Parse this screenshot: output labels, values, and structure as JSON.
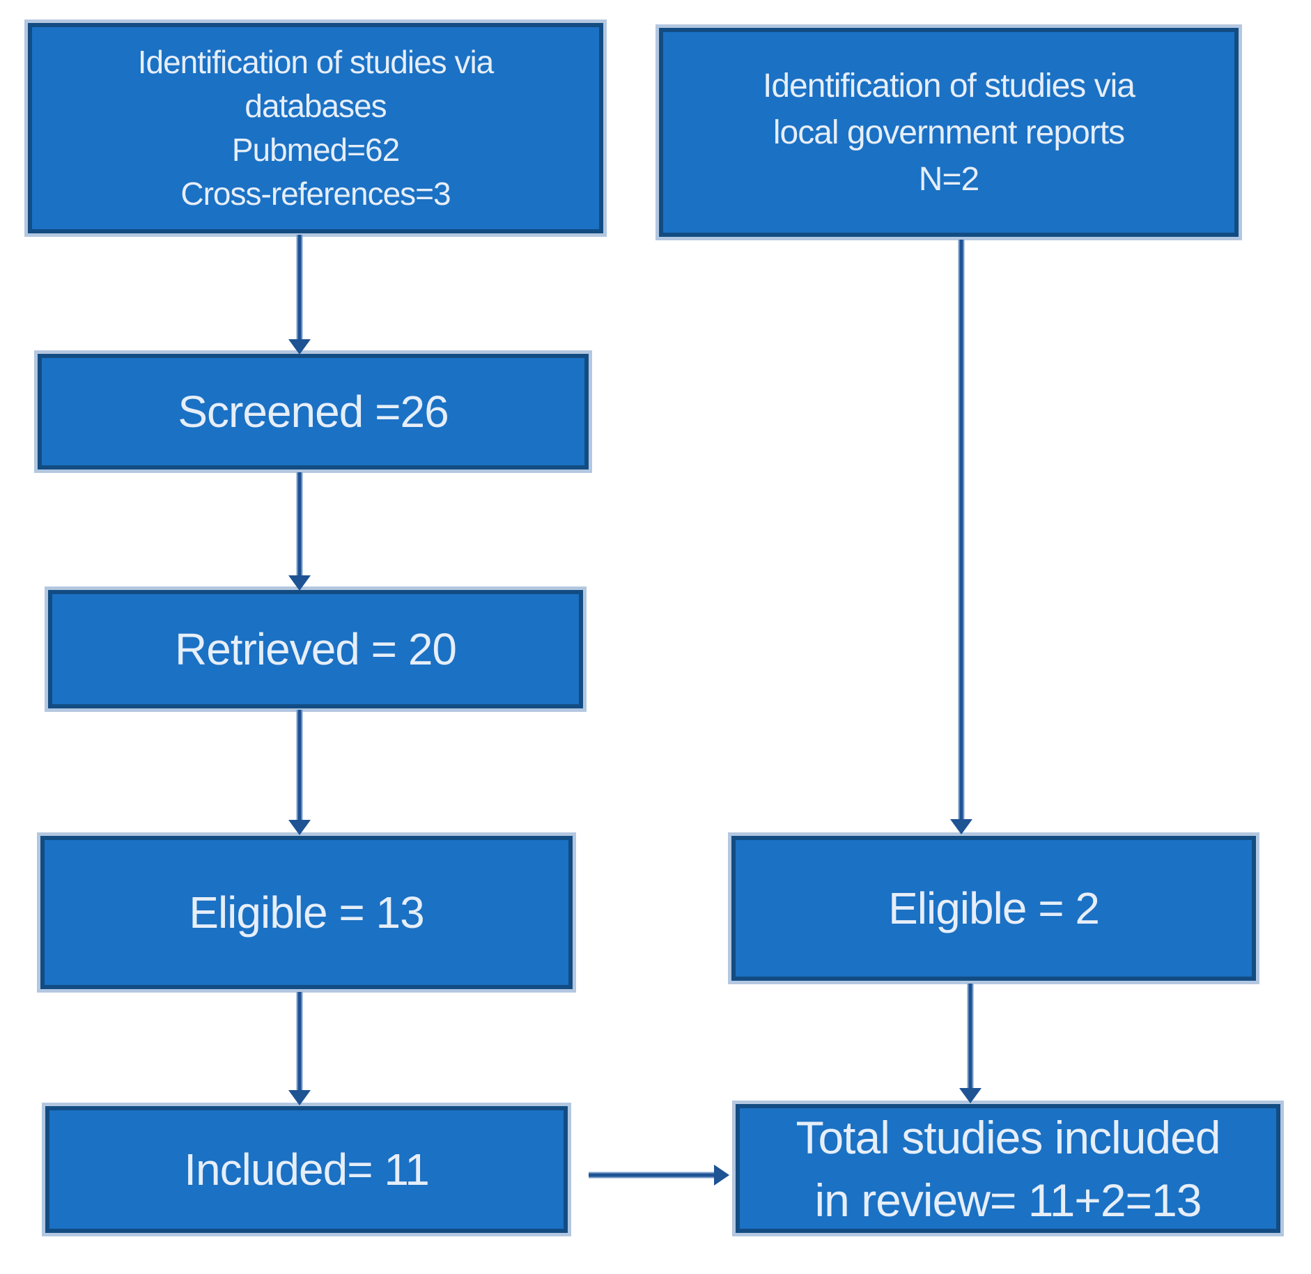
{
  "diagram": {
    "type": "flowchart",
    "description": "Study selection flow diagram (PRISMA-style)"
  },
  "colors": {
    "box_fill": "#1b71c4",
    "box_border": "#124c82",
    "box_highlight": "#b3c7e0",
    "text": "#e6eef8",
    "arrow": "#1e5394",
    "background": "#ffffff"
  },
  "boxes": {
    "db_identification": {
      "lines": [
        "Identification of studies via",
        "databases",
        "Pubmed=62",
        "Cross-references=3"
      ]
    },
    "gov_identification": {
      "lines": [
        "Identification of studies via",
        "local government reports",
        "N=2"
      ]
    },
    "screened": {
      "label": "Screened =26"
    },
    "retrieved": {
      "label": "Retrieved = 20"
    },
    "eligible_databases": {
      "label": "Eligible = 13"
    },
    "included": {
      "label": "Included= 11"
    },
    "eligible_reports": {
      "label": "Eligible = 2"
    },
    "total": {
      "lines": [
        "Total studies included",
        "in review= 11+2=13"
      ]
    }
  }
}
